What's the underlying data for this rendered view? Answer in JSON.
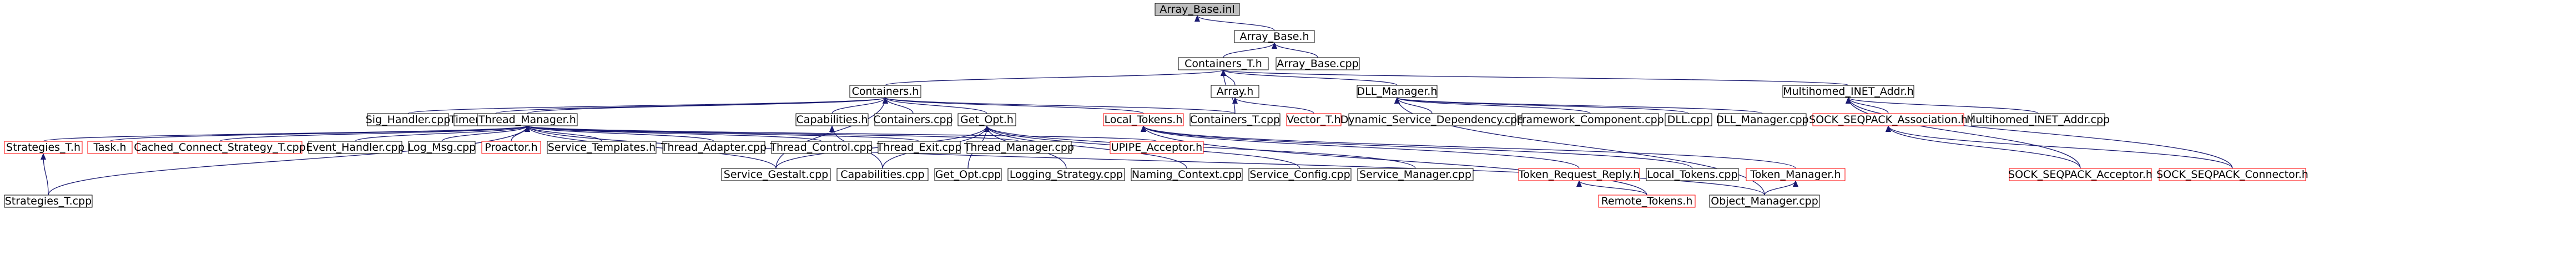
{
  "diagram": {
    "type": "include-dependency-graph",
    "colors": {
      "edge": "#191970",
      "default_border": "#000000",
      "undocumented_border": "#ff0000",
      "root_fill": "#bfbfbf",
      "text": "#000000"
    },
    "nodes": [
      {
        "id": "array_base_inl",
        "label": "Array_Base.inl",
        "style": "root"
      },
      {
        "id": "array_base_h",
        "label": "Array_Base.h",
        "style": "normal"
      },
      {
        "id": "array_base_cpp",
        "label": "Array_Base.cpp",
        "style": "normal"
      },
      {
        "id": "containers_t_h",
        "label": "Containers_T.h",
        "style": "normal"
      },
      {
        "id": "containers_h",
        "label": "Containers.h",
        "style": "normal"
      },
      {
        "id": "array_h",
        "label": "Array.h",
        "style": "normal"
      },
      {
        "id": "dll_manager_h",
        "label": "DLL_Manager.h",
        "style": "normal"
      },
      {
        "id": "multihomed_h",
        "label": "Multihomed_INET_Addr.h",
        "style": "normal"
      },
      {
        "id": "sig_handler",
        "label": "Sig_Handler.cpp",
        "style": "normal"
      },
      {
        "id": "timer_queue",
        "label": "Timer_Queue.cpp",
        "style": "normal"
      },
      {
        "id": "thread_manager_h",
        "label": "Thread_Manager.h",
        "style": "normal"
      },
      {
        "id": "capabilities_h",
        "label": "Capabilities.h",
        "style": "normal"
      },
      {
        "id": "containers_cpp",
        "label": "Containers.cpp",
        "style": "normal"
      },
      {
        "id": "get_opt_h",
        "label": "Get_Opt.h",
        "style": "normal"
      },
      {
        "id": "local_tokens_h",
        "label": "Local_Tokens.h",
        "style": "undoc"
      },
      {
        "id": "containers_t_cpp",
        "label": "Containers_T.cpp",
        "style": "normal"
      },
      {
        "id": "vector_t_h",
        "label": "Vector_T.h",
        "style": "undoc"
      },
      {
        "id": "dyn_service",
        "label": "Dynamic_Service_Dependency.cpp",
        "style": "normal"
      },
      {
        "id": "framework_comp",
        "label": "Framework_Component.cpp",
        "style": "normal"
      },
      {
        "id": "dll_cpp",
        "label": "DLL.cpp",
        "style": "normal"
      },
      {
        "id": "dll_manager_cpp",
        "label": "DLL_Manager.cpp",
        "style": "normal"
      },
      {
        "id": "sock_assoc_h",
        "label": "SOCK_SEQPACK_Association.h",
        "style": "undoc"
      },
      {
        "id": "multihomed_cpp",
        "label": "Multihomed_INET_Addr.cpp",
        "style": "normal"
      },
      {
        "id": "strategies_t_h",
        "label": "Strategies_T.h",
        "style": "undoc"
      },
      {
        "id": "task_h",
        "label": "Task.h",
        "style": "undoc"
      },
      {
        "id": "cached_connect",
        "label": "Cached_Connect_Strategy_T.cpp",
        "style": "undoc"
      },
      {
        "id": "event_handler",
        "label": "Event_Handler.cpp",
        "style": "normal"
      },
      {
        "id": "log_msg",
        "label": "Log_Msg.cpp",
        "style": "normal"
      },
      {
        "id": "proactor_h",
        "label": "Proactor.h",
        "style": "undoc"
      },
      {
        "id": "service_templates",
        "label": "Service_Templates.h",
        "style": "normal"
      },
      {
        "id": "thread_adapter",
        "label": "Thread_Adapter.cpp",
        "style": "normal"
      },
      {
        "id": "thread_control",
        "label": "Thread_Control.cpp",
        "style": "normal"
      },
      {
        "id": "thread_exit",
        "label": "Thread_Exit.cpp",
        "style": "normal"
      },
      {
        "id": "thread_manager_cpp",
        "label": "Thread_Manager.cpp",
        "style": "normal"
      },
      {
        "id": "upipe_acceptor",
        "label": "UPIPE_Acceptor.h",
        "style": "undoc"
      },
      {
        "id": "service_gestalt",
        "label": "Service_Gestalt.cpp",
        "style": "normal"
      },
      {
        "id": "capabilities_cpp",
        "label": "Capabilities.cpp",
        "style": "normal"
      },
      {
        "id": "get_opt_cpp",
        "label": "Get_Opt.cpp",
        "style": "normal"
      },
      {
        "id": "logging_strategy",
        "label": "Logging_Strategy.cpp",
        "style": "normal"
      },
      {
        "id": "naming_context",
        "label": "Naming_Context.cpp",
        "style": "normal"
      },
      {
        "id": "service_config",
        "label": "Service_Config.cpp",
        "style": "normal"
      },
      {
        "id": "service_manager",
        "label": "Service_Manager.cpp",
        "style": "normal"
      },
      {
        "id": "token_request_reply",
        "label": "Token_Request_Reply.h",
        "style": "undoc"
      },
      {
        "id": "local_tokens_cpp",
        "label": "Local_Tokens.cpp",
        "style": "normal"
      },
      {
        "id": "token_manager_h",
        "label": "Token_Manager.h",
        "style": "undoc"
      },
      {
        "id": "sock_acceptor",
        "label": "SOCK_SEQPACK_Acceptor.h",
        "style": "undoc"
      },
      {
        "id": "sock_connector",
        "label": "SOCK_SEQPACK_Connector.h",
        "style": "undoc"
      },
      {
        "id": "strategies_t_cpp",
        "label": "Strategies_T.cpp",
        "style": "normal"
      },
      {
        "id": "remote_tokens",
        "label": "Remote_Tokens.h",
        "style": "undoc"
      },
      {
        "id": "object_manager_cpp",
        "label": "Object_Manager.cpp",
        "style": "normal"
      }
    ],
    "edges": [
      [
        "array_base_h",
        "array_base_inl"
      ],
      [
        "array_base_cpp",
        "array_base_h"
      ],
      [
        "containers_t_h",
        "array_base_h"
      ],
      [
        "containers_h",
        "containers_t_h"
      ],
      [
        "array_h",
        "containers_t_h"
      ],
      [
        "dll_manager_h",
        "containers_t_h"
      ],
      [
        "multihomed_h",
        "containers_t_h"
      ],
      [
        "containers_t_cpp",
        "containers_t_h"
      ],
      [
        "vector_t_h",
        "array_h"
      ],
      [
        "sig_handler",
        "containers_h"
      ],
      [
        "timer_queue",
        "containers_h"
      ],
      [
        "thread_manager_h",
        "containers_h"
      ],
      [
        "capabilities_h",
        "containers_h"
      ],
      [
        "containers_cpp",
        "containers_h"
      ],
      [
        "get_opt_h",
        "containers_h"
      ],
      [
        "local_tokens_h",
        "containers_h"
      ],
      [
        "containers_t_cpp",
        "containers_h"
      ],
      [
        "service_gestalt",
        "containers_h"
      ],
      [
        "strategies_t_h",
        "thread_manager_h"
      ],
      [
        "task_h",
        "thread_manager_h"
      ],
      [
        "cached_connect",
        "thread_manager_h"
      ],
      [
        "event_handler",
        "thread_manager_h"
      ],
      [
        "log_msg",
        "thread_manager_h"
      ],
      [
        "proactor_h",
        "thread_manager_h"
      ],
      [
        "service_templates",
        "thread_manager_h"
      ],
      [
        "thread_adapter",
        "thread_manager_h"
      ],
      [
        "thread_control",
        "thread_manager_h"
      ],
      [
        "thread_exit",
        "thread_manager_h"
      ],
      [
        "thread_manager_cpp",
        "thread_manager_h"
      ],
      [
        "upipe_acceptor",
        "thread_manager_h"
      ],
      [
        "service_gestalt",
        "thread_manager_h"
      ],
      [
        "object_manager_cpp",
        "thread_manager_h"
      ],
      [
        "strategies_t_cpp",
        "thread_manager_h"
      ],
      [
        "capabilities_cpp",
        "capabilities_h"
      ],
      [
        "service_gestalt",
        "get_opt_h"
      ],
      [
        "capabilities_cpp",
        "get_opt_h"
      ],
      [
        "get_opt_cpp",
        "get_opt_h"
      ],
      [
        "logging_strategy",
        "get_opt_h"
      ],
      [
        "naming_context",
        "get_opt_h"
      ],
      [
        "service_config",
        "get_opt_h"
      ],
      [
        "service_manager",
        "get_opt_h"
      ],
      [
        "token_request_reply",
        "local_tokens_h"
      ],
      [
        "local_tokens_cpp",
        "local_tokens_h"
      ],
      [
        "token_manager_h",
        "local_tokens_h"
      ],
      [
        "remote_tokens",
        "local_tokens_h"
      ],
      [
        "remote_tokens",
        "token_request_reply"
      ],
      [
        "object_manager_cpp",
        "token_manager_h"
      ],
      [
        "dyn_service",
        "dll_manager_h"
      ],
      [
        "framework_comp",
        "dll_manager_h"
      ],
      [
        "dll_cpp",
        "dll_manager_h"
      ],
      [
        "dll_manager_cpp",
        "dll_manager_h"
      ],
      [
        "object_manager_cpp",
        "dll_manager_h"
      ],
      [
        "sock_assoc_h",
        "multihomed_h"
      ],
      [
        "multihomed_cpp",
        "multihomed_h"
      ],
      [
        "sock_acceptor",
        "multihomed_h"
      ],
      [
        "sock_connector",
        "multihomed_h"
      ],
      [
        "sock_acceptor",
        "sock_assoc_h"
      ],
      [
        "sock_connector",
        "sock_assoc_h"
      ],
      [
        "strategies_t_cpp",
        "strategies_t_h"
      ]
    ]
  }
}
